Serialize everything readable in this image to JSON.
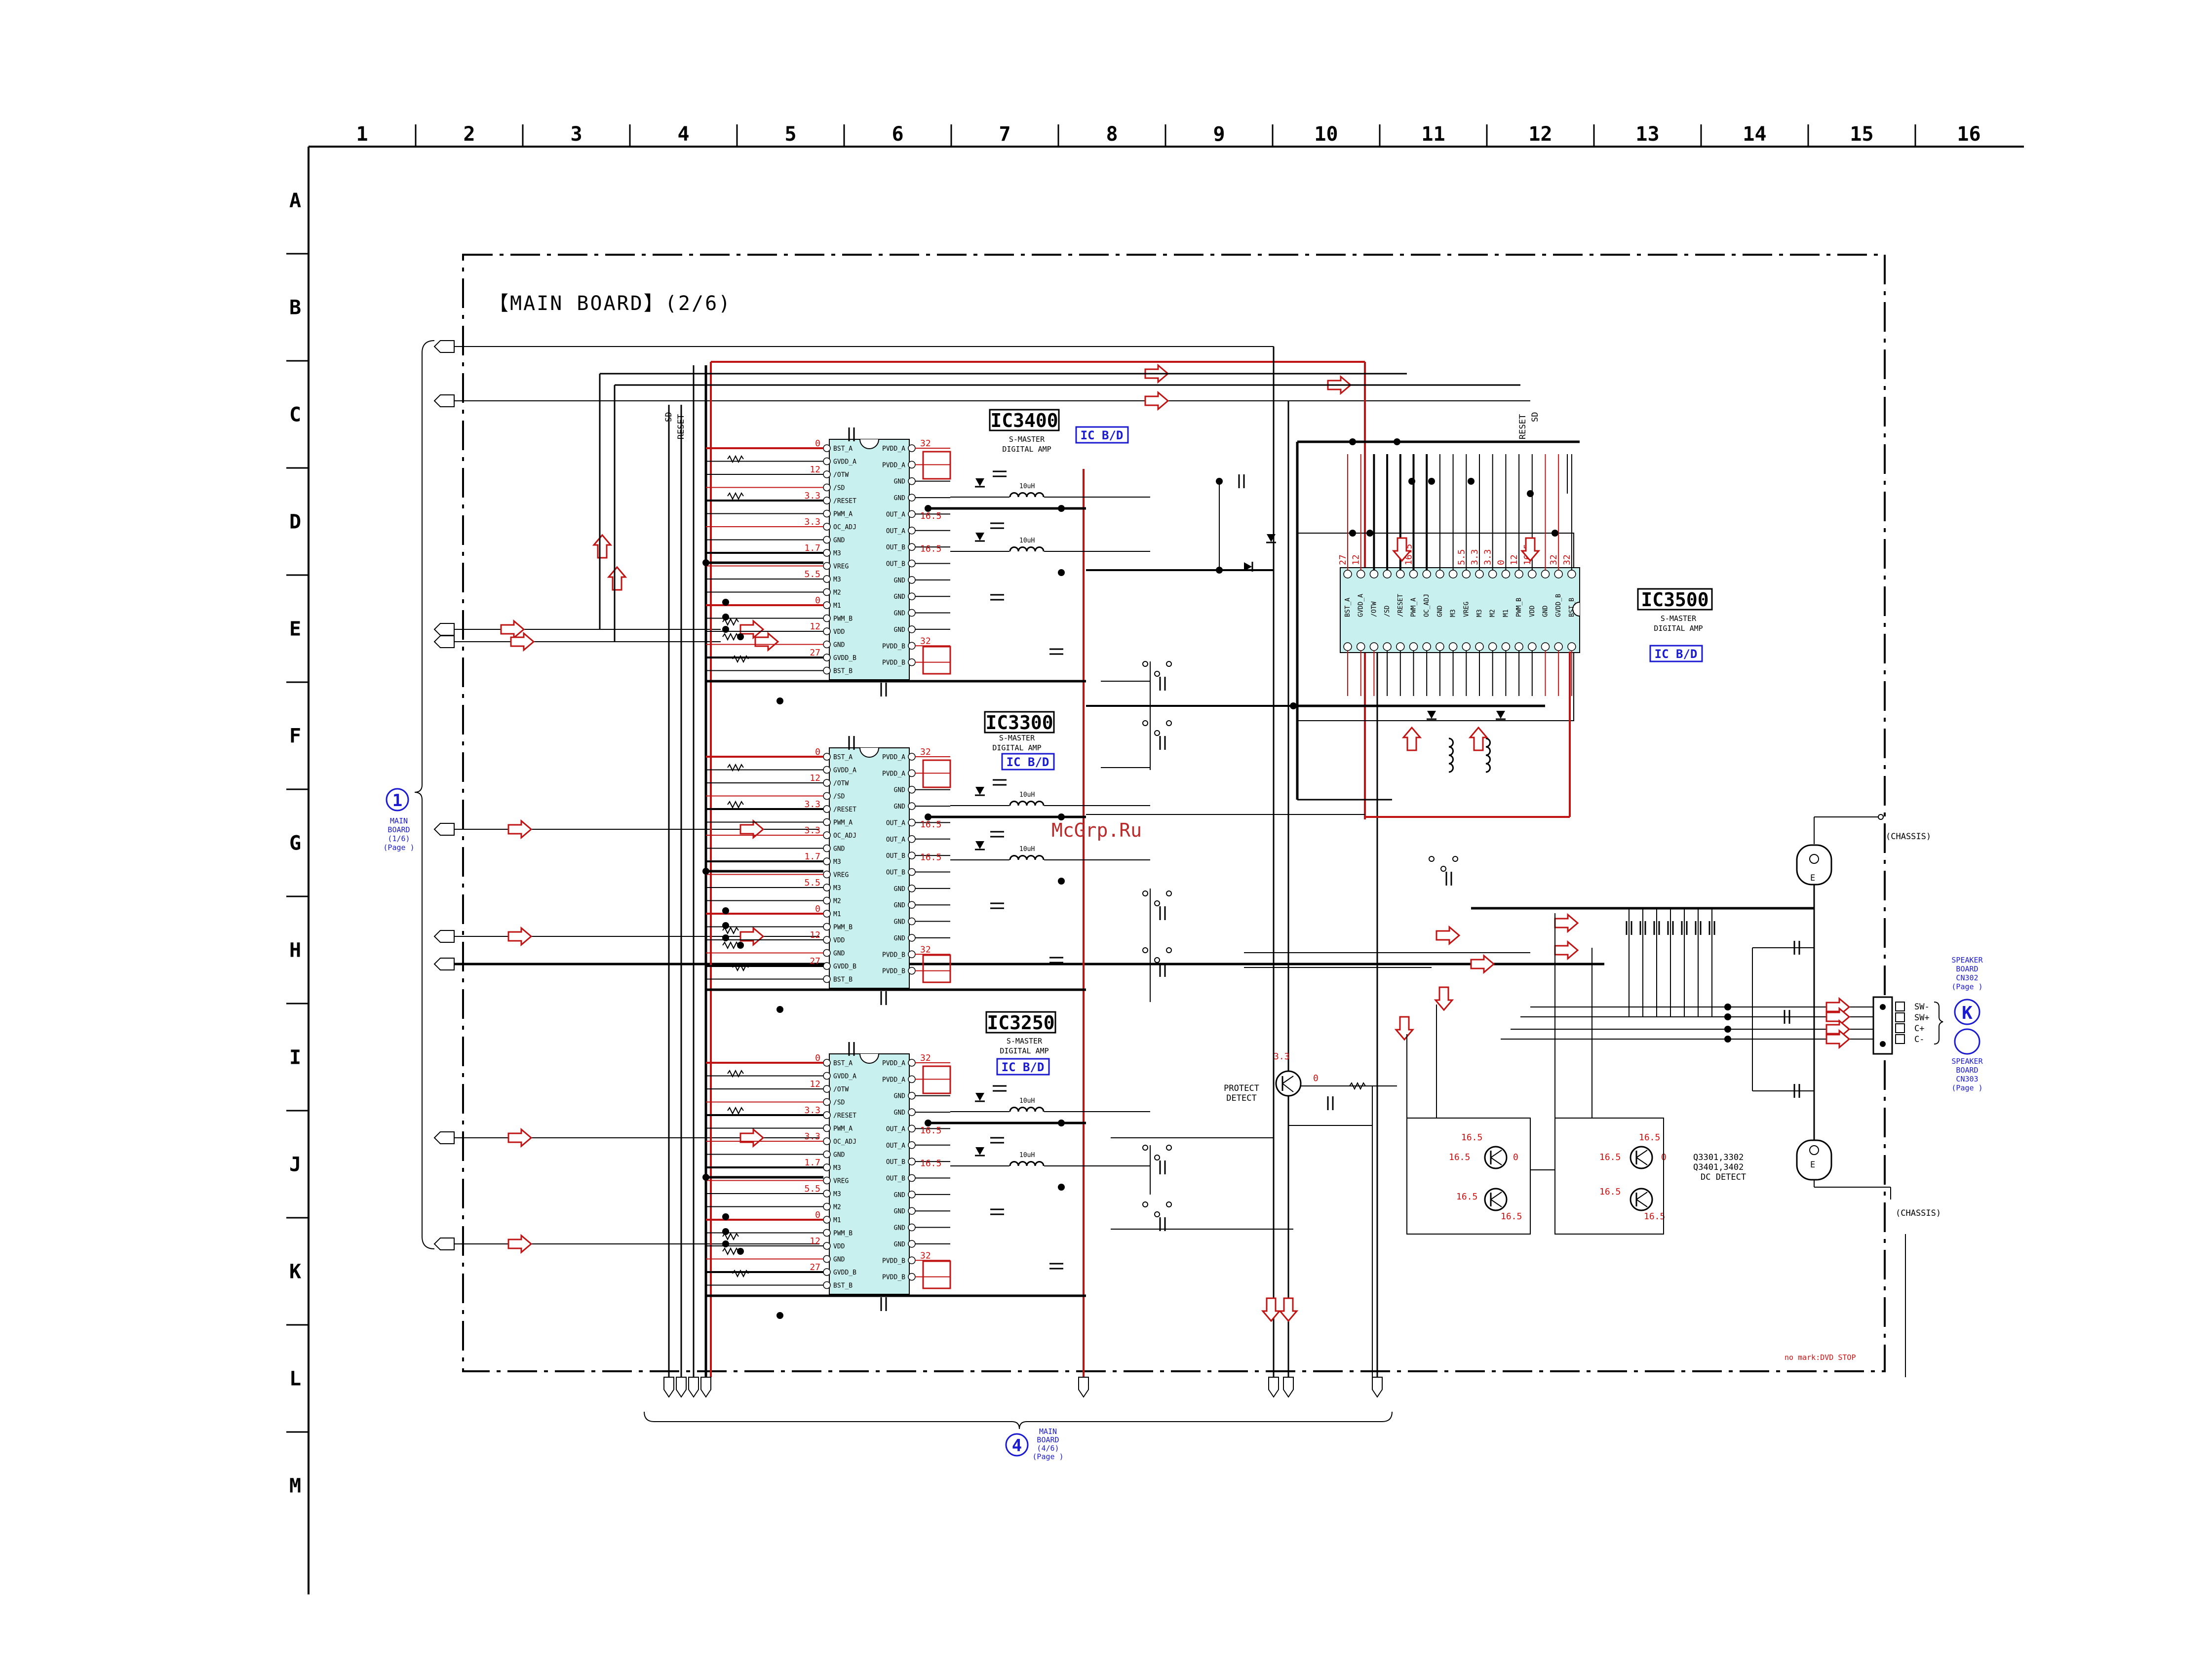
{
  "grid": {
    "columns": [
      "1",
      "2",
      "3",
      "4",
      "5",
      "6",
      "7",
      "8",
      "9",
      "10",
      "11",
      "12",
      "13",
      "14",
      "15",
      "16"
    ],
    "rows": [
      "A",
      "B",
      "C",
      "D",
      "E",
      "F",
      "G",
      "H",
      "I",
      "J",
      "K",
      "L",
      "M"
    ]
  },
  "title": "【MAIN BOARD】(2/6)",
  "watermark": "McGrp.Ru",
  "ics": [
    {
      "name": "IC3400",
      "subtitle_1": "S-MASTER",
      "subtitle_2": "DIGITAL AMP",
      "board_tag": "IC B/D"
    },
    {
      "name": "IC3300",
      "subtitle_1": "S-MASTER",
      "subtitle_2": "DIGITAL AMP",
      "board_tag": "IC B/D"
    },
    {
      "name": "IC3250",
      "subtitle_1": "S-MASTER",
      "subtitle_2": "DIGITAL AMP",
      "board_tag": "IC B/D"
    },
    {
      "name": "IC3500",
      "subtitle_1": "S-MASTER",
      "subtitle_2": "DIGITAL AMP",
      "board_tag": "IC B/D"
    }
  ],
  "pin_left": [
    "BST_A",
    "GVDD_A",
    "/OTW",
    "/SD",
    "/RESET",
    "PWM_A",
    "OC_ADJ",
    "GND",
    "M3",
    "VREG",
    "M3",
    "M2",
    "M1",
    "PWM_B",
    "VDD",
    "GND",
    "GVDD_B",
    "BST_B"
  ],
  "pin_right": [
    "PVDD_A",
    "PVDD_A",
    "GND",
    "GND",
    "OUT_A",
    "OUT_A",
    "OUT_B",
    "OUT_B",
    "GND",
    "GND",
    "GND",
    "GND",
    "PVDD_B",
    "PVDD_B"
  ],
  "voltages_left": [
    "0",
    "12",
    "3.3",
    "3.3",
    "1.7",
    "5.5",
    "0",
    "12",
    "27"
  ],
  "voltages_right": [
    "32",
    "16.5",
    "16.5",
    "32"
  ],
  "inductor_label": "10uH",
  "vertical_labels": {
    "sd": "SD",
    "reset": "RESET"
  },
  "left_connector": {
    "number": "1",
    "line1": "MAIN",
    "line2": "BOARD",
    "line3": "(1/6)",
    "line4": "(Page   )"
  },
  "bottom_connector": {
    "number": "4",
    "line1": "MAIN",
    "line2": "BOARD",
    "line3": "(4/6)",
    "line4": "(Page   )"
  },
  "protect": {
    "voltage": "3.3",
    "zero": "0",
    "line1": "PROTECT",
    "line2": "DETECT"
  },
  "dc_detect": {
    "line1": "Q3301,3302",
    "line2": "Q3401,3402",
    "line3": "DC DETECT"
  },
  "dc_voltages": [
    "16.5",
    "16.5",
    "0",
    "16.5",
    "16.5",
    "16.5",
    "16.5",
    "0",
    "16.5",
    "16.5"
  ],
  "chassis": "(CHASSIS)",
  "e_label": "E",
  "speaker_top": {
    "letter": "K",
    "line1": "SPEAKER",
    "line2": "BOARD",
    "line3": "CN302",
    "line4": "(Page   )"
  },
  "speaker_bottom": {
    "line1": "SPEAKER",
    "line2": "BOARD",
    "line3": "CN303",
    "line4": "(Page   )"
  },
  "speaker_pins": [
    "SW-",
    "SW+",
    "C+",
    "C-"
  ],
  "footer_note": "no mark:DVD STOP",
  "ic3500_voltages": [
    "27",
    "12",
    "16.5",
    "5.5",
    "3.3",
    "3.3",
    "0",
    "12",
    "16.5",
    "32",
    "32"
  ]
}
